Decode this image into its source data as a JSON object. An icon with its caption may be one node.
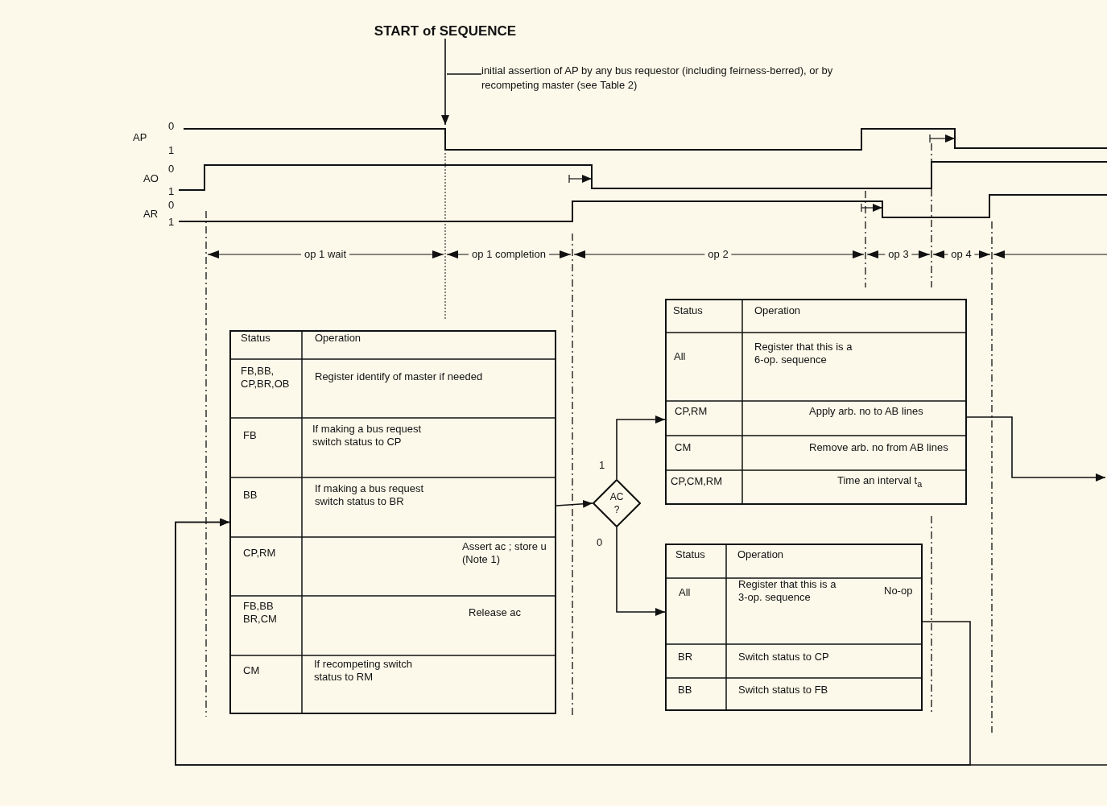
{
  "diagram": {
    "nodes": [
      {
        "text": [
          "START of SEQUENCE"
        ]
      },
      {
        "text": [
          "initial assertion of AP by any bus requestor (including feirness-berred), or by recompeting master (see Table 2)"
        ]
      },
      {
        "text": [
          "Status",
          "Operation",
          "FB,BB, CP,BR,OB",
          "Register identify of master if needed",
          "FB",
          "If making a bus request switch status to CP",
          "BB",
          "If making a bus request switch status to BR",
          "CP,RM",
          "Assert ac ; store u (Note 1)",
          "FB,BB BR,CM",
          "Release ac",
          "CM",
          "If recompeting switch status to RM"
        ]
      },
      {
        "text": [
          "AC ?"
        ]
      },
      {
        "text": [
          "Status",
          "Operation",
          "All",
          "Register that this is a 6-op. sequence",
          "CP,RM",
          "Apply arb. no to AB lines",
          "CM",
          "Remove arb. no from AB lines",
          "CP,CM,RM",
          "Time an interval t$_{a}$"
        ]
      },
      {
        "text": [
          "Status",
          "Operation",
          "All",
          "Register that this is a 3-op. sequence",
          "No-op",
          "BR",
          "Switch status to CP",
          "BB",
          "Switch status to FB"
        ]
      }
    ],
    "edges": [
      {
        "from": 0,
        "to": null,
        "arrow": "to"
      },
      {
        "from": 1,
        "to": null,
        "arrow": "none"
      },
      {
        "from": 2,
        "to": 3,
        "arrow": "to"
      },
      {
        "from": 3,
        "to": 4,
        "label": "1",
        "arrow": "to"
      },
      {
        "from": 3,
        "to": 5,
        "label": "0",
        "arrow": "to"
      },
      {
        "from": 4,
        "to": null,
        "arrow": "to"
      },
      {
        "from": 5,
        "to": 2,
        "arrow": "to"
      },
      {
        "from": null,
        "to": 2,
        "arrow": "to"
      }
    ],
    "labels": [
      "AP",
      "0",
      "1",
      "AO",
      "0",
      "1",
      "AR",
      "0",
      "1",
      "op 1 wait",
      "op 1 completion",
      "op 2",
      "op 3",
      "op 4"
    ]
  }
}
